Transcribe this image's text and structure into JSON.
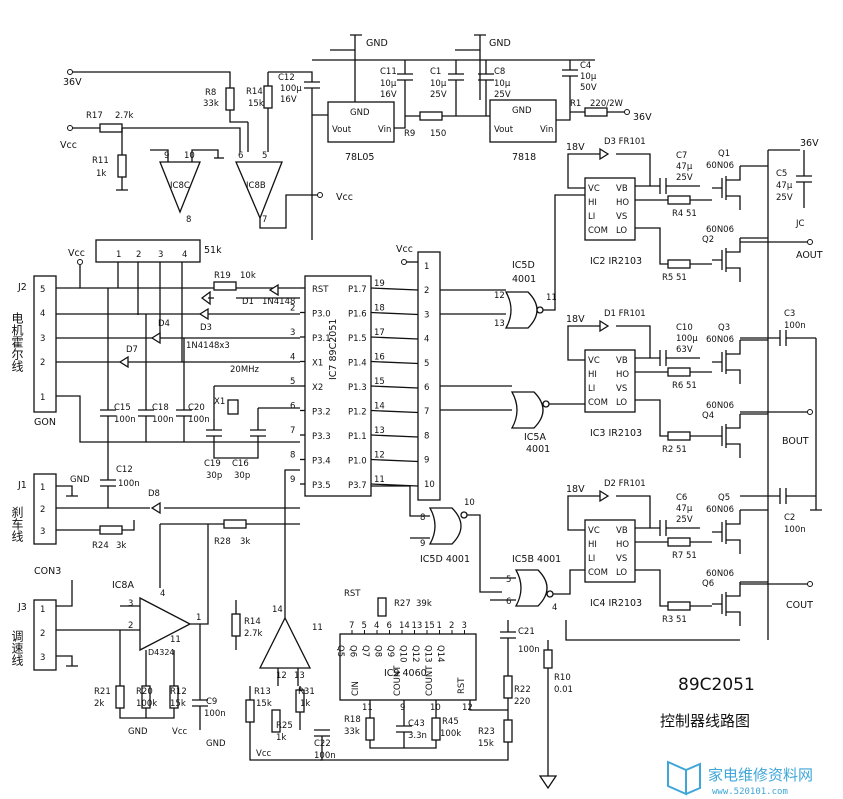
{
  "title": {
    "model": "89C2051",
    "caption": "控制器线路图"
  },
  "watermark": {
    "text": "家电维修资料网",
    "url": "www.520101.com"
  },
  "supplies": {
    "v36_in": "36V",
    "vcc": "Vcc",
    "gnd": "GND",
    "v36_out": "36V",
    "v18": "18V"
  },
  "regulators": [
    {
      "name": "78L05",
      "gnd": "GND",
      "vout": "Vout",
      "vin": "Vin"
    },
    {
      "name": "7818",
      "gnd": "GND",
      "vout": "Vout",
      "vin": "Vin"
    }
  ],
  "resistors": [
    {
      "ref": "R8",
      "value": "33k"
    },
    {
      "ref": "R14",
      "value": "15k"
    },
    {
      "ref": "R17",
      "value": "2.7k"
    },
    {
      "ref": "R11",
      "value": "1k"
    },
    {
      "ref": "R9",
      "value": "150"
    },
    {
      "ref": "R1",
      "value": "220/2W"
    },
    {
      "ref": "R19",
      "value": "10k"
    },
    {
      "ref": "R4",
      "value": "51"
    },
    {
      "ref": "R5",
      "value": "51"
    },
    {
      "ref": "R6",
      "value": "51"
    },
    {
      "ref": "R2",
      "value": "51"
    },
    {
      "ref": "R7",
      "value": "51"
    },
    {
      "ref": "R3",
      "value": "51"
    },
    {
      "ref": "R24",
      "value": "3k"
    },
    {
      "ref": "R28",
      "value": "3k"
    },
    {
      "ref": "R14",
      "value": "2.7k"
    },
    {
      "ref": "R21",
      "value": "2k"
    },
    {
      "ref": "R20",
      "value": "100k"
    },
    {
      "ref": "R12",
      "value": "15k"
    },
    {
      "ref": "R13",
      "value": "15k"
    },
    {
      "ref": "R31",
      "value": "1k"
    },
    {
      "ref": "R25",
      "value": "1k"
    },
    {
      "ref": "R27",
      "value": "39k"
    },
    {
      "ref": "R18",
      "value": "33k"
    },
    {
      "ref": "R45",
      "value": "100k"
    },
    {
      "ref": "R22",
      "value": "220"
    },
    {
      "ref": "R23",
      "value": "15k"
    },
    {
      "ref": "R10",
      "value": "0.01"
    }
  ],
  "rnet": {
    "value": "51k",
    "pins": [
      "1",
      "2",
      "3",
      "4"
    ]
  },
  "capacitors": [
    {
      "ref": "C12",
      "value": "100μ",
      "rating": "16V"
    },
    {
      "ref": "C11",
      "value": "10μ",
      "rating": "16V"
    },
    {
      "ref": "C1",
      "value": "10μ",
      "rating": "25V"
    },
    {
      "ref": "C8",
      "value": "10μ",
      "rating": "25V"
    },
    {
      "ref": "C4",
      "value": "10μ",
      "rating": "50V"
    },
    {
      "ref": "C7",
      "value": "47μ",
      "rating": "25V"
    },
    {
      "ref": "C10",
      "value": "100μ",
      "rating": "63V"
    },
    {
      "ref": "C5",
      "value": "47μ",
      "rating": "25V"
    },
    {
      "ref": "C6",
      "value": "47μ",
      "rating": "25V"
    },
    {
      "ref": "C3",
      "value": "100n"
    },
    {
      "ref": "C2",
      "value": "100n"
    },
    {
      "ref": "C15",
      "value": "100n"
    },
    {
      "ref": "C18",
      "value": "100n"
    },
    {
      "ref": "C20",
      "value": "100n"
    },
    {
      "ref": "C19",
      "value": "30p"
    },
    {
      "ref": "C16",
      "value": "30p"
    },
    {
      "ref": "C12",
      "value": "100n"
    },
    {
      "ref": "C21",
      "value": "100n"
    },
    {
      "ref": "C9",
      "value": "100n"
    },
    {
      "ref": "C22",
      "value": "100n"
    },
    {
      "ref": "C43",
      "value": "3.3n"
    }
  ],
  "diodes": [
    {
      "ref": "D3",
      "part": "FR101"
    },
    {
      "ref": "D1",
      "part": "FR101"
    },
    {
      "ref": "D2",
      "part": "FR101"
    },
    {
      "ref": "D1",
      "part": "1N4148"
    },
    {
      "ref": "D3",
      "part": ""
    },
    {
      "ref": "D4",
      "part": ""
    },
    {
      "ref": "D7",
      "part": ""
    },
    {
      "ref": "D8",
      "part": ""
    },
    {
      "ref": "",
      "part": "1N4148x3"
    }
  ],
  "mosfets": [
    {
      "ref": "Q1",
      "part": "60N06"
    },
    {
      "ref": "Q2",
      "part": "60N06"
    },
    {
      "ref": "Q3",
      "part": "60N06"
    },
    {
      "ref": "Q4",
      "part": "60N06"
    },
    {
      "ref": "Q5",
      "part": "60N06"
    },
    {
      "ref": "Q6",
      "part": "60N06"
    }
  ],
  "drivers": [
    {
      "ref": "IC2",
      "part": "IR2103"
    },
    {
      "ref": "IC3",
      "part": "IR2103"
    },
    {
      "ref": "IC4",
      "part": "IR2103"
    }
  ],
  "driver_pins": {
    "vc": "VC",
    "hi": "HI",
    "li": "LI",
    "com": "COM",
    "vb": "VB",
    "ho": "HO",
    "vs": "VS",
    "lo": "LO"
  },
  "mcu": {
    "ref": "IC7",
    "part": "89C2051",
    "left_pins": [
      {
        "num": "",
        "name": "RST"
      },
      {
        "num": "2",
        "name": "P3.0"
      },
      {
        "num": "3",
        "name": "P3.1"
      },
      {
        "num": "4",
        "name": "X1"
      },
      {
        "num": "5",
        "name": "X2"
      },
      {
        "num": "6",
        "name": "P3.2"
      },
      {
        "num": "7",
        "name": "P3.3"
      },
      {
        "num": "8",
        "name": "P3.4"
      },
      {
        "num": "9",
        "name": "P3.5"
      }
    ],
    "right_pins": [
      {
        "num": "19",
        "name": "P1.7"
      },
      {
        "num": "18",
        "name": "P1.6"
      },
      {
        "num": "17",
        "name": "P1.5"
      },
      {
        "num": "16",
        "name": "P1.4"
      },
      {
        "num": "15",
        "name": "P1.3"
      },
      {
        "num": "14",
        "name": "P1.2"
      },
      {
        "num": "13",
        "name": "P1.1"
      },
      {
        "num": "12",
        "name": "P1.0"
      },
      {
        "num": "11",
        "name": "P3.7"
      }
    ]
  },
  "crystal": {
    "ref": "X1",
    "value": "20MHz"
  },
  "connector10": {
    "pins": [
      "1",
      "2",
      "3",
      "4",
      "5",
      "6",
      "7",
      "8",
      "9",
      "10"
    ]
  },
  "gates": [
    {
      "ref": "IC5D",
      "part": "4001",
      "pins": [
        "12",
        "13",
        "11"
      ]
    },
    {
      "ref": "IC5A",
      "part": "4001",
      "pins": []
    },
    {
      "ref": "IC5D",
      "part": "4001",
      "pins": [
        "8",
        "9",
        "10"
      ]
    },
    {
      "ref": "IC5B",
      "part": "4001",
      "pins": [
        "5",
        "6",
        "4"
      ]
    }
  ],
  "opamps": [
    {
      "ref": "IC8C",
      "pins": [
        "9",
        "10",
        "8"
      ]
    },
    {
      "ref": "IC8B",
      "pins": [
        "6",
        "5",
        "7"
      ]
    },
    {
      "ref": "IC8A",
      "part": "D4324",
      "pins": [
        "3",
        "2",
        "1",
        "4",
        "11"
      ]
    },
    {
      "ref": "",
      "pins": [
        "14",
        "11",
        "12",
        "13"
      ]
    }
  ],
  "counter": {
    "ref": "IC9",
    "part": "4060",
    "rst": "RST",
    "pin_nums": [
      "7",
      "5",
      "4",
      "6",
      "14",
      "13",
      "15",
      "1",
      "2",
      "3"
    ],
    "outputs": [
      "Q5",
      "Q6",
      "Q7",
      "Q8",
      "Q9",
      "Q10",
      "Q12",
      "Q13",
      "Q14"
    ],
    "bottom": [
      "CIN",
      "COUNT",
      "COUNT",
      "RST"
    ],
    "bottom_pins": [
      "11",
      "9",
      "10",
      "12"
    ]
  },
  "connectors": [
    {
      "ref": "J2",
      "name": "电机霍尔线",
      "pins": [
        "5",
        "4",
        "3",
        "2",
        "1"
      ],
      "bottom": "GON"
    },
    {
      "ref": "J1",
      "name": "刹车线",
      "pins": [
        "1",
        "2",
        "3"
      ],
      "bottom": "CON3"
    },
    {
      "ref": "J3",
      "name": "调速线",
      "pins": [
        "1",
        "2",
        "3"
      ]
    }
  ],
  "outputs": [
    {
      "name": "AOUT",
      "node": "JC"
    },
    {
      "name": "BOUT"
    },
    {
      "name": "COUT"
    }
  ]
}
